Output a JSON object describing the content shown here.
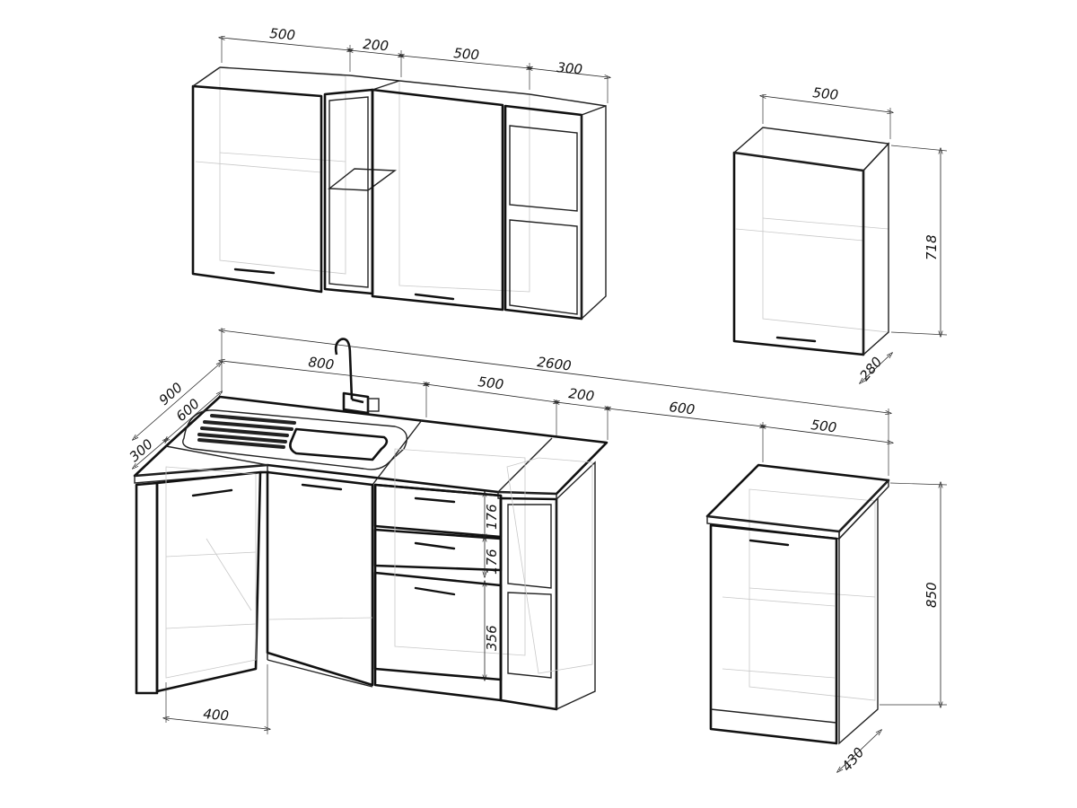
{
  "title": "Kitchen set dimension drawing",
  "wall_cabinets": {
    "widths": [
      "500",
      "200",
      "500",
      "300"
    ],
    "separate_width": "500",
    "height": "718",
    "depth": "280"
  },
  "base_cabinets": {
    "total_length": "2600",
    "sink_width": "800",
    "drawer_unit_width": "500",
    "open_shelf_width": "200",
    "gap": "600",
    "corner_depth_total": "900",
    "corner_depth": "600",
    "corner_offset": "300",
    "drawer_heights": [
      "176",
      "176",
      "356"
    ],
    "corner_door_width": "400",
    "separate_width": "500",
    "height": "850",
    "depth": "430"
  },
  "colors": {
    "line": "#111111",
    "hidden": "#999999"
  }
}
